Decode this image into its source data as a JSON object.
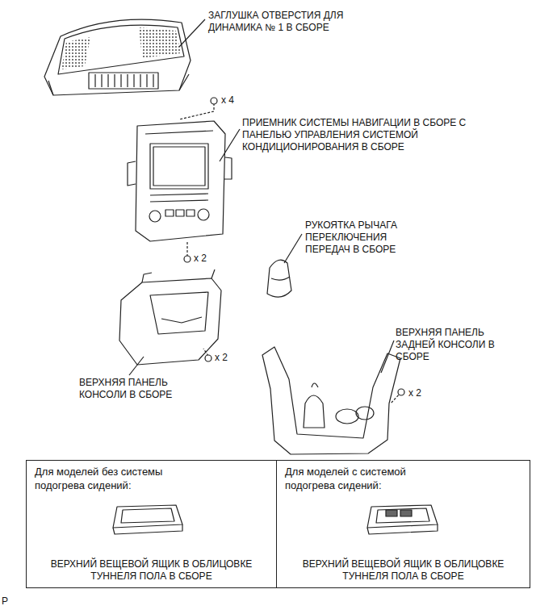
{
  "diagram": {
    "nodes": [
      {
        "text": [
          "Для моделей без системы подогрева сидений:",
          "ВЕРХНИЙ ВЕЩЕВОЙ ЯЩИК В ОБЛИЦОВКЕ ТУННЕЛЯ ПОЛА В СБОРЕ"
        ]
      },
      {
        "text": [
          "Для моделей с системой подогрева сидений:",
          "ВЕРХНИЙ ВЕЩЕВОЙ ЯЩИК В ОБЛИЦОВКЕ ТУННЕЛЯ ПОЛА В СБОРЕ"
        ]
      }
    ],
    "labels": [
      "ЗАГЛУШКА ОТВЕРСТИЯ ДЛЯ ДИНАМИКА № 1 В СБОРЕ",
      "x 4",
      "ПРИЕМНИК СИСТЕМЫ НАВИГАЦИИ В СБОРЕ С ПАНЕЛЬЮ УПРАВЛЕНИЯ СИСТЕМОЙ КОНДИЦИОНИРОВАНИЯ В СБОРЕ",
      "x 2",
      "РУКОЯТКА РЫЧАГА ПЕРЕКЛЮЧЕНИЯ ПЕРЕДАЧ В СБОРЕ",
      "x 2",
      "ВЕРХНЯЯ ПАНЕЛЬ КОНСОЛИ В СБОРЕ",
      "ВЕРХНЯЯ ПАНЕЛЬ ЗАДНЕЙ КОНСОЛИ В СБОРЕ",
      "x 2",
      "P"
    ]
  }
}
